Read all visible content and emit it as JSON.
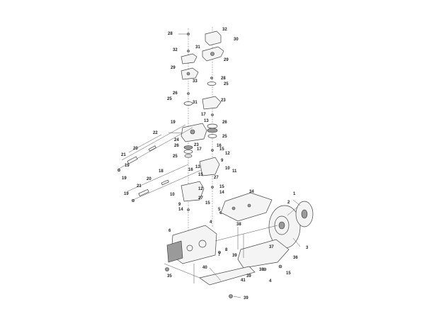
{
  "callouts": [
    {
      "text": "28"
    },
    {
      "text": "32"
    },
    {
      "text": "30"
    },
    {
      "text": "32"
    },
    {
      "text": "31"
    },
    {
      "text": "29"
    },
    {
      "text": "29"
    },
    {
      "text": "33"
    },
    {
      "text": "28"
    },
    {
      "text": "25"
    },
    {
      "text": "26"
    },
    {
      "text": "25"
    },
    {
      "text": "28"
    },
    {
      "text": "25"
    },
    {
      "text": "31"
    },
    {
      "text": "23"
    },
    {
      "text": "17"
    },
    {
      "text": "13"
    },
    {
      "text": "26"
    },
    {
      "text": "19"
    },
    {
      "text": "22"
    },
    {
      "text": "24"
    },
    {
      "text": "25"
    },
    {
      "text": "23"
    },
    {
      "text": "26"
    },
    {
      "text": "16"
    },
    {
      "text": "17"
    },
    {
      "text": "15"
    },
    {
      "text": "12"
    },
    {
      "text": "20"
    },
    {
      "text": "21"
    },
    {
      "text": "25"
    },
    {
      "text": "19"
    },
    {
      "text": "9"
    },
    {
      "text": "16"
    },
    {
      "text": "10"
    },
    {
      "text": "11"
    },
    {
      "text": "18"
    },
    {
      "text": "13"
    },
    {
      "text": "15"
    },
    {
      "text": "27"
    },
    {
      "text": "19"
    },
    {
      "text": "20"
    },
    {
      "text": "21"
    },
    {
      "text": "12"
    },
    {
      "text": "15"
    },
    {
      "text": "14"
    },
    {
      "text": "19"
    },
    {
      "text": "10"
    },
    {
      "text": "27"
    },
    {
      "text": "9"
    },
    {
      "text": "15"
    },
    {
      "text": "34"
    },
    {
      "text": "14"
    },
    {
      "text": "1"
    },
    {
      "text": "2"
    },
    {
      "text": "5"
    },
    {
      "text": "4"
    },
    {
      "text": "38"
    },
    {
      "text": "6"
    },
    {
      "text": "3"
    },
    {
      "text": "37"
    },
    {
      "text": "8"
    },
    {
      "text": "7"
    },
    {
      "text": "39"
    },
    {
      "text": "36"
    },
    {
      "text": "38"
    },
    {
      "text": "40"
    },
    {
      "text": "15"
    },
    {
      "text": "35"
    },
    {
      "text": "39"
    },
    {
      "text": "41"
    },
    {
      "text": "4"
    },
    {
      "text": "39"
    }
  ]
}
